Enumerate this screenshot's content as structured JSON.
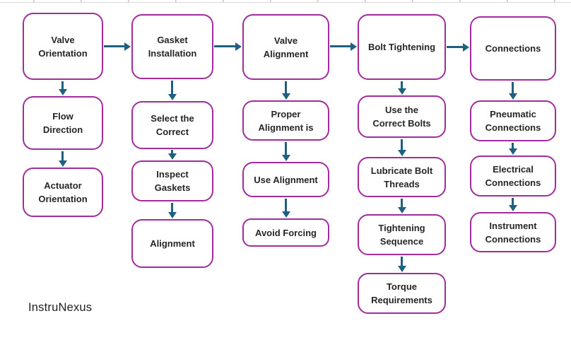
{
  "brand": {
    "label": "InstruNexus"
  },
  "colors": {
    "box_border": "#A12C9E",
    "arrow": "#1F5F80",
    "box_text": "#262626",
    "box_fill": "#ffffff"
  },
  "flowchart": {
    "columns": [
      {
        "boxes": [
          {
            "label": "Valve\nOrientation"
          },
          {
            "label": "Flow\nDirection"
          },
          {
            "label": "Actuator\nOrientation"
          }
        ]
      },
      {
        "boxes": [
          {
            "label": "Gasket\nInstallation"
          },
          {
            "label": "Select the\nCorrect"
          },
          {
            "label": "Inspect\nGaskets"
          },
          {
            "label": "Alignment"
          }
        ]
      },
      {
        "boxes": [
          {
            "label": "Valve\nAlignment"
          },
          {
            "label": "Proper\nAlignment is"
          },
          {
            "label": "Use Alignment"
          },
          {
            "label": "Avoid Forcing"
          }
        ]
      },
      {
        "boxes": [
          {
            "label": "Bolt Tightening"
          },
          {
            "label": "Use the\nCorrect Bolts"
          },
          {
            "label": "Lubricate Bolt\nThreads"
          },
          {
            "label": "Tightening\nSequence"
          },
          {
            "label": "Torque\nRequirements"
          }
        ]
      },
      {
        "boxes": [
          {
            "label": "Connections"
          },
          {
            "label": "Pneumatic\nConnections"
          },
          {
            "label": "Electrical\nConnections"
          },
          {
            "label": "Instrument\nConnections"
          }
        ]
      }
    ]
  }
}
